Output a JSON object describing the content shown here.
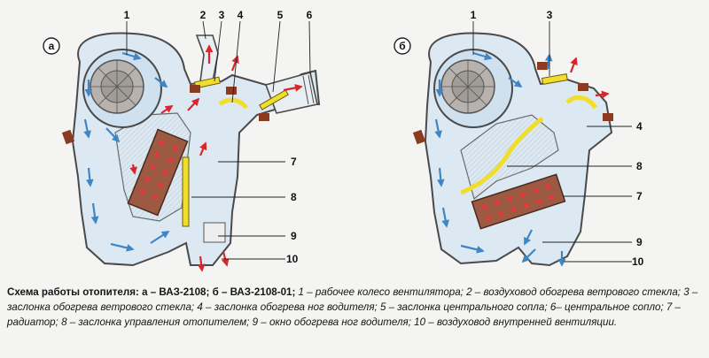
{
  "panels": [
    {
      "letter": "а",
      "labels": [
        "1",
        "2",
        "3",
        "4",
        "5",
        "6",
        "7",
        "8",
        "9",
        "10"
      ]
    },
    {
      "letter": "б",
      "labels": [
        "1",
        "3",
        "4",
        "8",
        "7",
        "9",
        "10"
      ]
    }
  ],
  "caption": {
    "lead": "Схема работы отопителя: а – ВАЗ-2108; б – ВАЗ-2108-01;",
    "legend": " 1 – рабочее колесо вентилятора; 2 – воздуховод обогрева ветрового стекла; 3 – заслонка обогрева ветрового стекла; 4 – заслонка обогрева ног водителя; 5 – заслонка центрального сопла; 6– центральное сопло; 7 – радиатор; 8 – заслонка управления отопителем; 9 – окно обогрева ног водителя; 10 – воздуховод внутренней вентиляции."
  },
  "colors": {
    "housing_fill": "#dce9f3",
    "outline": "#4a4a4a",
    "arrow_blue": "#3f86c4",
    "arrow_red": "#d8262c",
    "flap_yellow": "#f0de2a",
    "radiator_body": "#9c5a43",
    "radiator_dots": "#e13a3f",
    "mount_brown": "#8a3b22"
  }
}
